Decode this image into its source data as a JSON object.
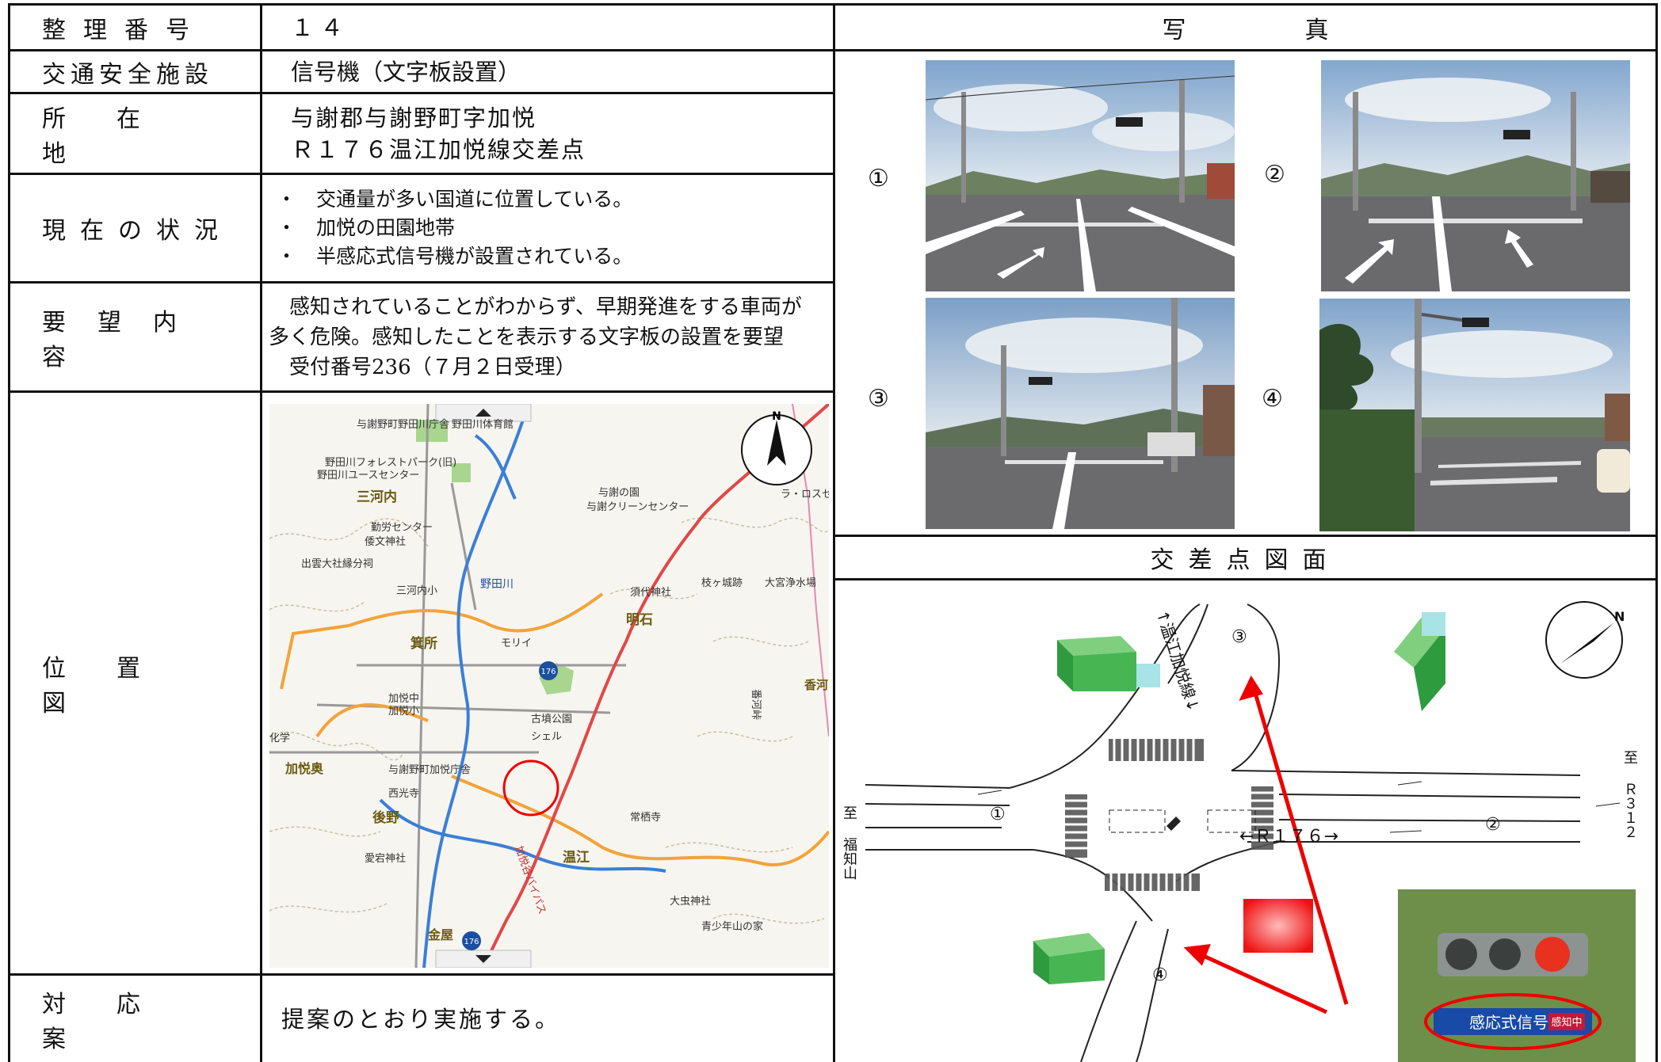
{
  "rows": {
    "number": {
      "label": "整理番号",
      "value": "１４"
    },
    "facility": {
      "label": "交通安全施設",
      "value": "信号機（文字板設置）"
    },
    "location": {
      "label": "所在地",
      "value_line1": "与謝郡与謝野町字加悦",
      "value_line2": "Ｒ１７６温江加悦線交差点"
    },
    "status": {
      "label": "現在の状況",
      "items": [
        "交通量が多い国道に位置している。",
        "加悦の田園地帯",
        "半感応式信号機が設置されている。"
      ]
    },
    "request": {
      "label": "要望内容",
      "line1": "　感知されていることがわからず、早期発進をする車両が",
      "line2": "多く危険。感知したことを表示する文字板の設置を要望",
      "line3": "　受付番号236（７月２日受理）"
    },
    "map": {
      "label": "位置図"
    },
    "response": {
      "label": "対応案",
      "value": "提案のとおり実施する。"
    }
  },
  "photos": {
    "header": "写　　　　　真",
    "numbers": [
      "①",
      "②",
      "③",
      "④"
    ]
  },
  "diagram": {
    "header": "交差点図面",
    "road_side": "温江加悦線",
    "route": "Ｒ１７６",
    "to_left": "至福知山",
    "to_right": "至Ｒ３１２",
    "marks": [
      "①",
      "②",
      "③",
      "④"
    ],
    "signal_sign": "感応式信号",
    "signal_badge": "感知中"
  },
  "map_labels": {
    "yosano_office": "与謝野町野田川庁舎",
    "nodagawa_gym": "野田川体育館",
    "forest_park": "野田川フォレストパーク(旧)",
    "youth_center": "野田川ユースセンター",
    "mikochi": "三河内",
    "labor_center": "勤労センター",
    "shrine1": "倭文神社",
    "izumo": "出雲大社縁分祠",
    "mikochi_school": "三河内小",
    "nodagawa_river": "野田川",
    "yosa_no_sono": "与謝の園",
    "clean_center": "与謝クリーンセンター",
    "akashi": "明石",
    "sushiro": "須代神社",
    "jinya": "枝ヶ城跡",
    "omiya": "大宮浄水場",
    "mino": "箕所",
    "morii": "モリイ",
    "route_badge": "176",
    "kaya_jh": "加悦中",
    "kaya_es": "加悦小",
    "kofun_park": "古墳公園",
    "shell": "シェル",
    "kaya_oku": "加悦奥",
    "office": "与謝野町加悦庁舎",
    "nishimitsu": "西光寺",
    "gono": "後野",
    "atago": "愛宕神社",
    "nukue": "温江",
    "joshoji": "常栖寺",
    "kayadani": "加悦谷バイパス",
    "omushi": "大虫神社",
    "kaneya": "金屋",
    "youth_house": "青少年山の家",
    "kago": "香河",
    "chemistry": "化学",
    "banka": "番河峠",
    "lauxe": "ラ・ロスセ"
  }
}
